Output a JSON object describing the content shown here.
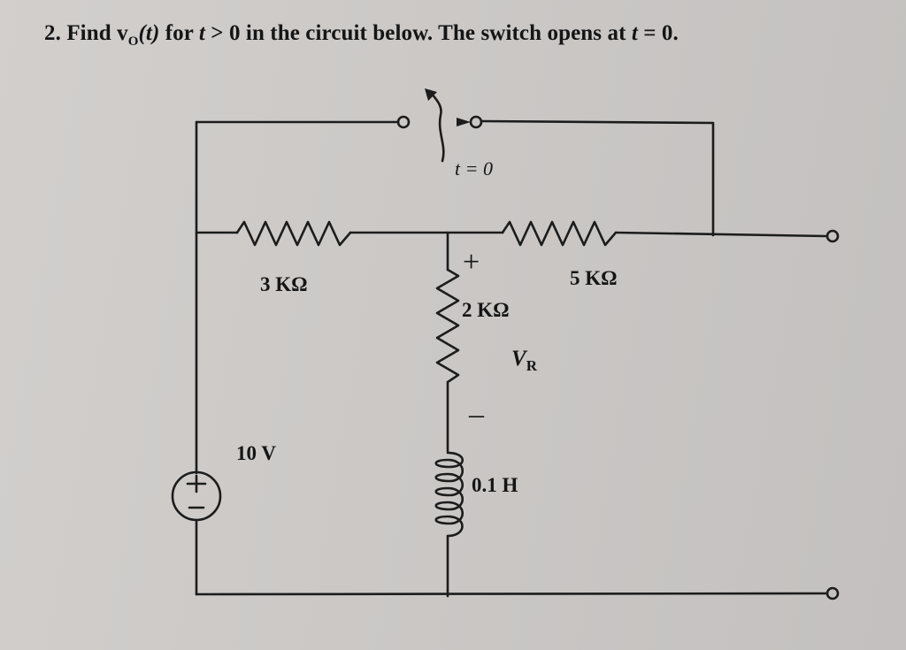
{
  "problem": {
    "number": "2.",
    "prefix": "Find v",
    "subscript": "O",
    "arg": "(t)",
    "for_text": " for ",
    "t_var": "t",
    "condition": " > 0 in the circuit below. The switch opens at ",
    "t_var2": "t",
    "eq_text": " = 0."
  },
  "components": {
    "switch_time": "t = 0",
    "r1_label": "3 KΩ",
    "r2_label": "5 KΩ",
    "r3_label": "2 KΩ",
    "source_label": "10 V",
    "inductor_label": "0.1 H",
    "vr_main": "V",
    "vr_sub": "R",
    "plus_sign": "+",
    "minus_sign": "–"
  },
  "colors": {
    "ink": "#1c1c1c",
    "paper": "#cbc8c6"
  }
}
